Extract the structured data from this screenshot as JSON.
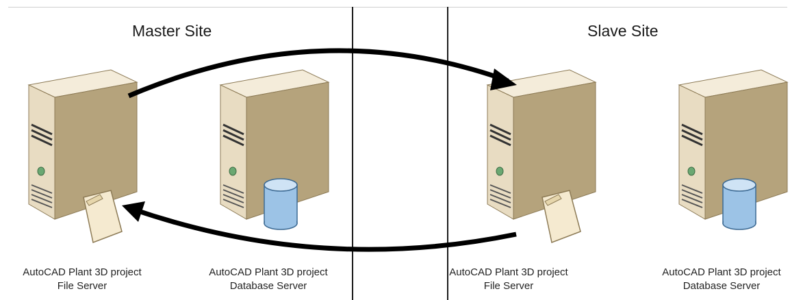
{
  "sites": {
    "master": {
      "title": "Master Site"
    },
    "slave": {
      "title": "Slave Site"
    }
  },
  "servers": [
    {
      "id": "master-file",
      "role": "file",
      "line1": "AutoCAD Plant 3D project",
      "line2": "File Server",
      "icon": "folder-icon"
    },
    {
      "id": "master-db",
      "role": "database",
      "line1": "AutoCAD Plant 3D project",
      "line2": "Database Server",
      "icon": "database-icon"
    },
    {
      "id": "slave-file",
      "role": "file",
      "line1": "AutoCAD Plant 3D project",
      "line2": "File Server",
      "icon": "folder-icon"
    },
    {
      "id": "slave-db",
      "role": "database",
      "line1": "AutoCAD Plant 3D project",
      "line2": "Database Server",
      "icon": "database-icon"
    }
  ],
  "colors": {
    "server_front": "#e8dcc2",
    "server_side": "#b5a37c",
    "server_top": "#f4ecda",
    "led": "#6aa872",
    "db_fill": "#9cc3e6",
    "db_top": "#cfe3f5",
    "arrow": "#000000"
  }
}
